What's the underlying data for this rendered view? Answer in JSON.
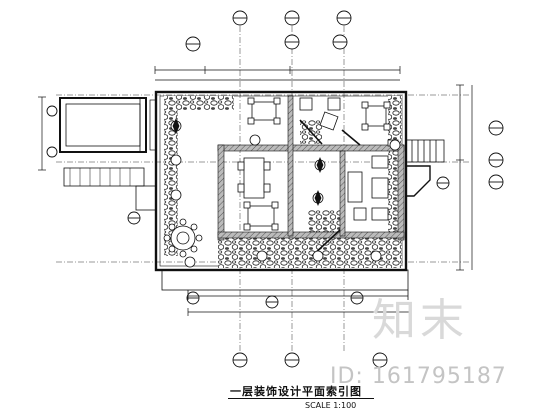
{
  "drawing": {
    "title": "一层装饰设计平面索引图",
    "scale": "SCALE 1:100"
  },
  "watermark": {
    "logo": "知末",
    "id": "ID: 161795187"
  }
}
